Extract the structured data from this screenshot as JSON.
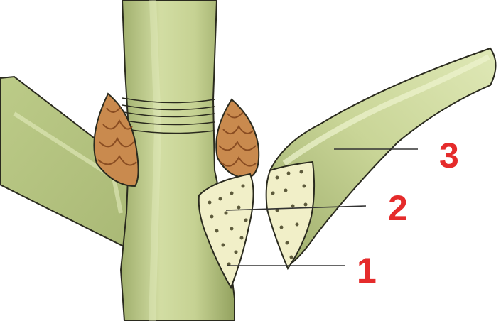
{
  "callouts": [
    {
      "number": "1"
    },
    {
      "number": "2"
    },
    {
      "number": "3"
    }
  ],
  "colors": {
    "stem_fill": "#c3d08f",
    "stem_shadow": "#9fae6c",
    "stem_highlight": "#e3ebbd",
    "outline": "#2a2a1e",
    "bud_fill": "#c98a4e",
    "bud_dark": "#8a4d22",
    "scar_fill": "#f1efc8",
    "dot": "#5d5a3b",
    "callout_red": "#e52b2b",
    "leader_line": "#333333"
  }
}
